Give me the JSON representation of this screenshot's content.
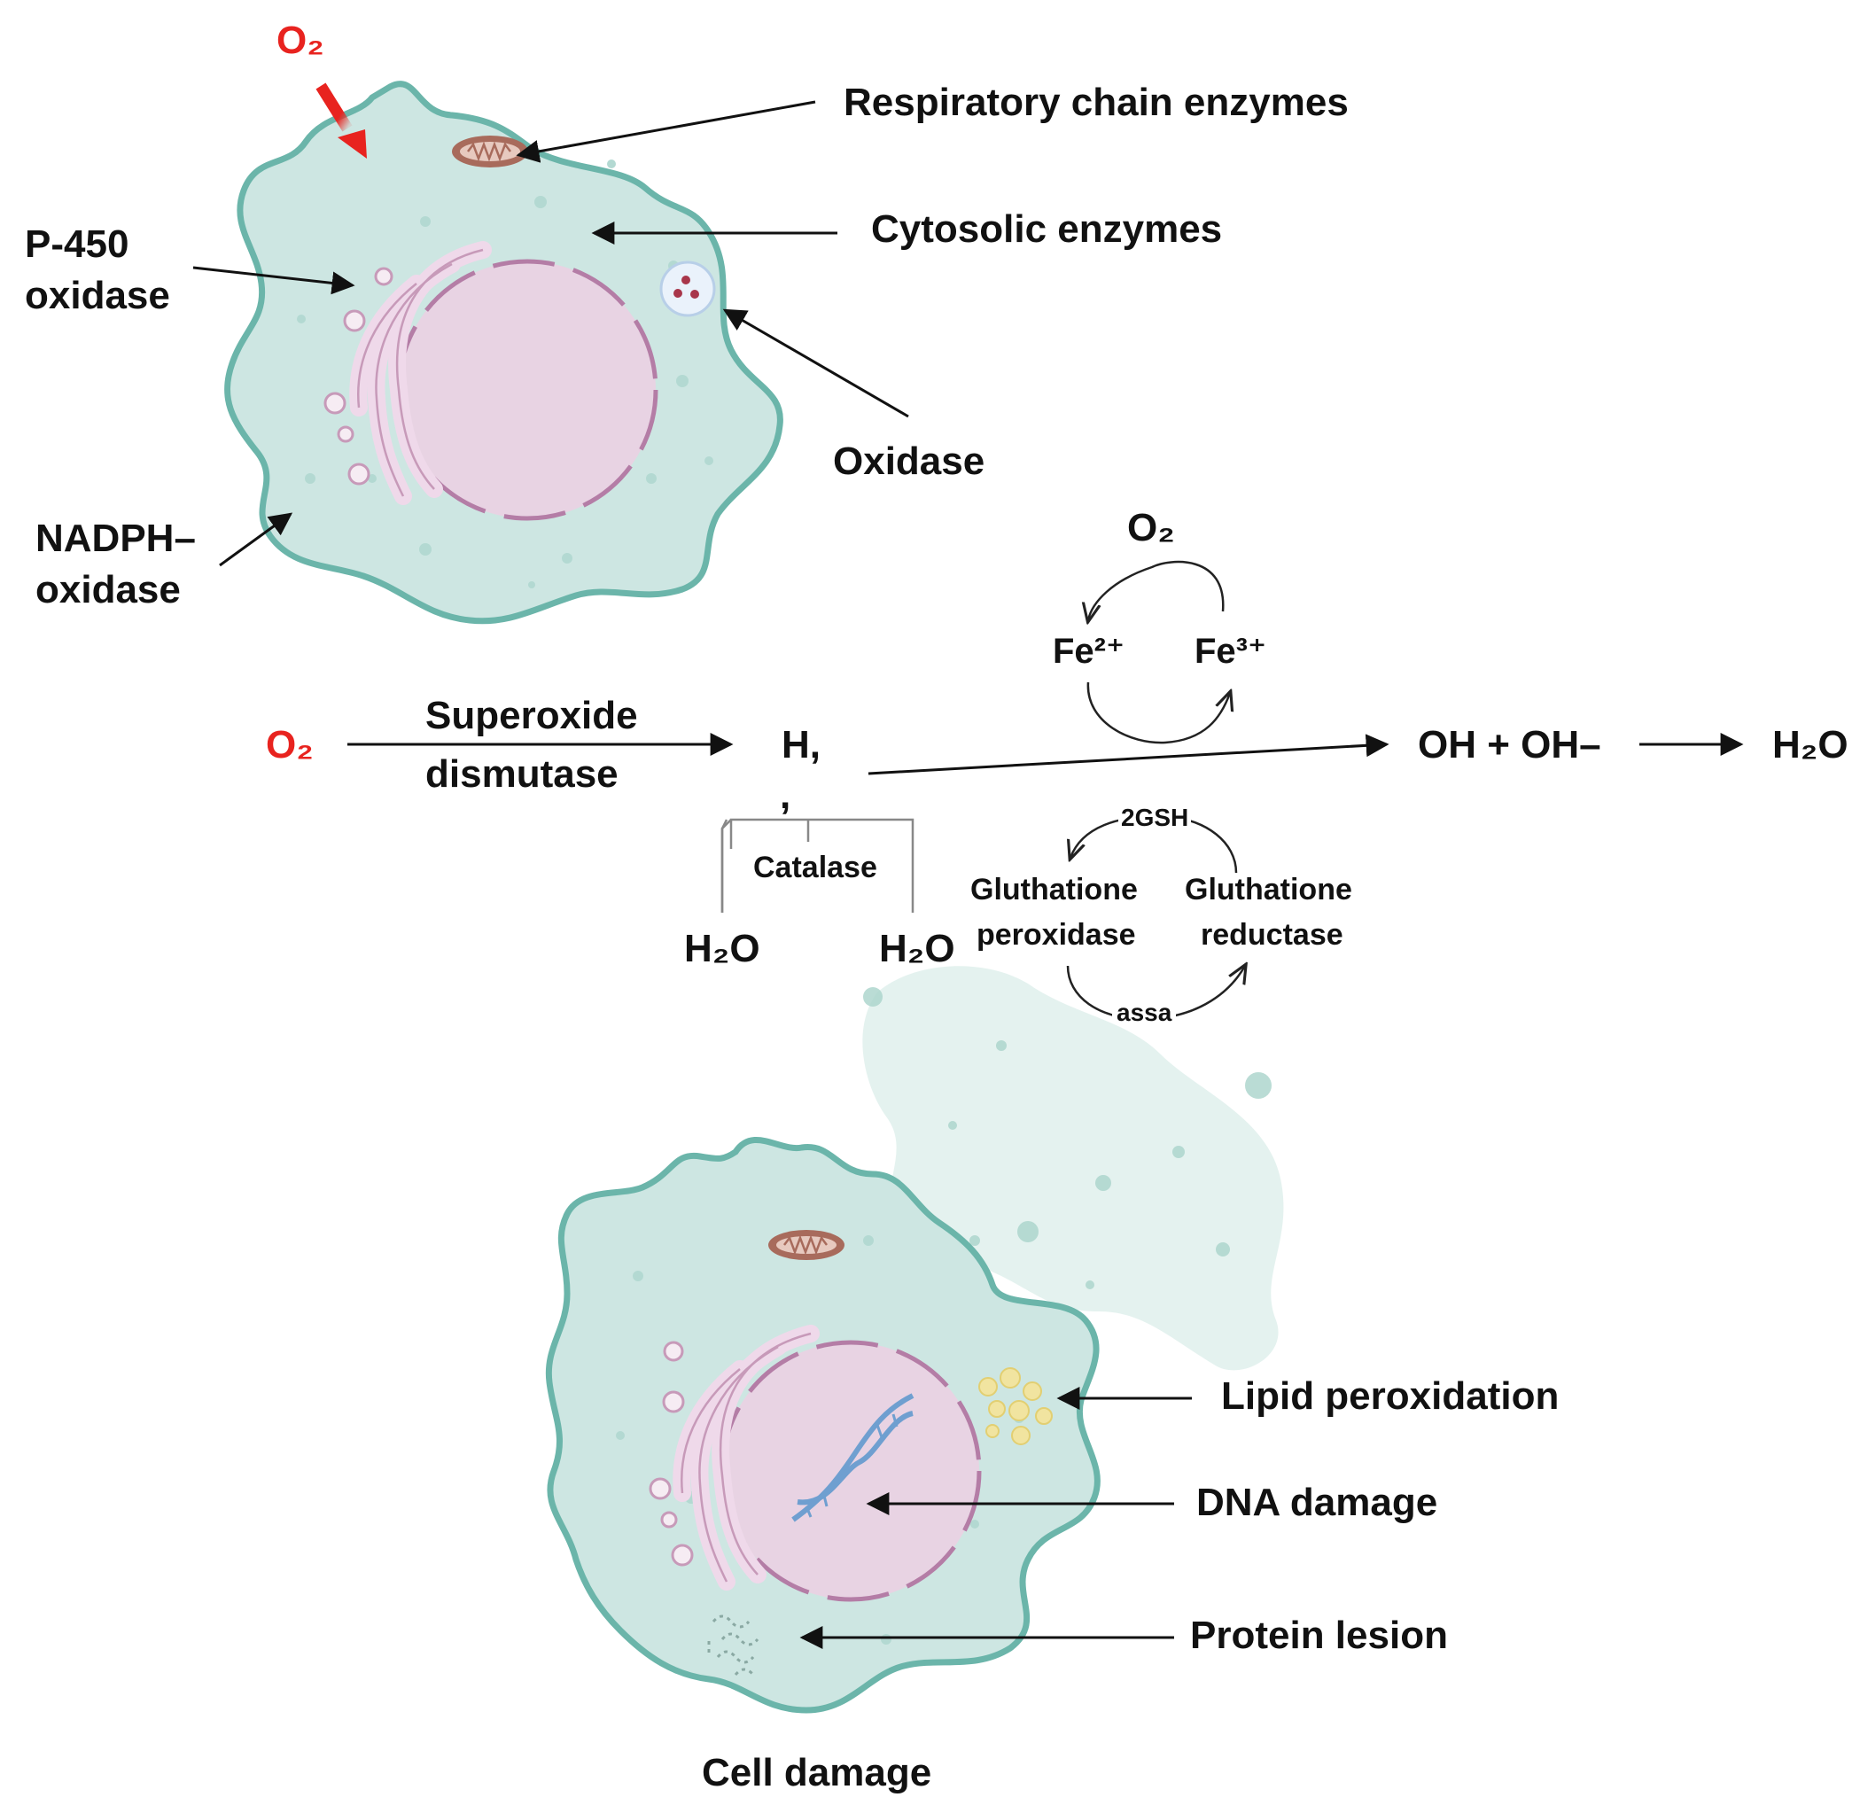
{
  "labels": {
    "o2_entry": "O₂",
    "respiratory_chain": "Respiratory chain enzymes",
    "cytosolic": "Cytosolic enzymes",
    "p450_line1": "P-450",
    "p450_line2": "oxidase",
    "oxidase": "Oxidase",
    "nadph_line1": "NADPH–",
    "nadph_line2": "oxidase",
    "o2_top": "O₂",
    "fe2": "Fe²⁺",
    "fe3": "Fe³⁺",
    "o2_start": "O₂",
    "sod_line1": "Superoxide",
    "sod_line2": "dismutase",
    "h2": "H,",
    "comma": ",",
    "products": "OH + OH–",
    "h2o_end": "H₂O",
    "catalase": "Catalase",
    "h2o_left": "H₂O",
    "h2o_right": "H₂O",
    "gsh": "2GSH",
    "gpx_line1": "Gluthatione",
    "gpx_line2": "peroxidase",
    "gr_line1": "Gluthatione",
    "gr_line2": "reductase",
    "assa": "assa",
    "lipid": "Lipid peroxidation",
    "dna": "DNA damage",
    "protein": "Protein lesion",
    "cell_damage": "Cell damage"
  },
  "colors": {
    "oxygen_red": "#e8231f",
    "cell_fill": "#cde6e2",
    "cell_outline": "#6bb5aa",
    "nucleus_fill": "#e8d3e3",
    "dna_blue": "#6f9fd0",
    "lipid_yellow": "#f1e4a0",
    "mitochondrion": "#a86b5c"
  },
  "icons": [
    "mitochondrion-icon",
    "vesicle-icon",
    "dna-icon",
    "lipid-droplets-icon",
    "protein-aggregate-icon"
  ]
}
